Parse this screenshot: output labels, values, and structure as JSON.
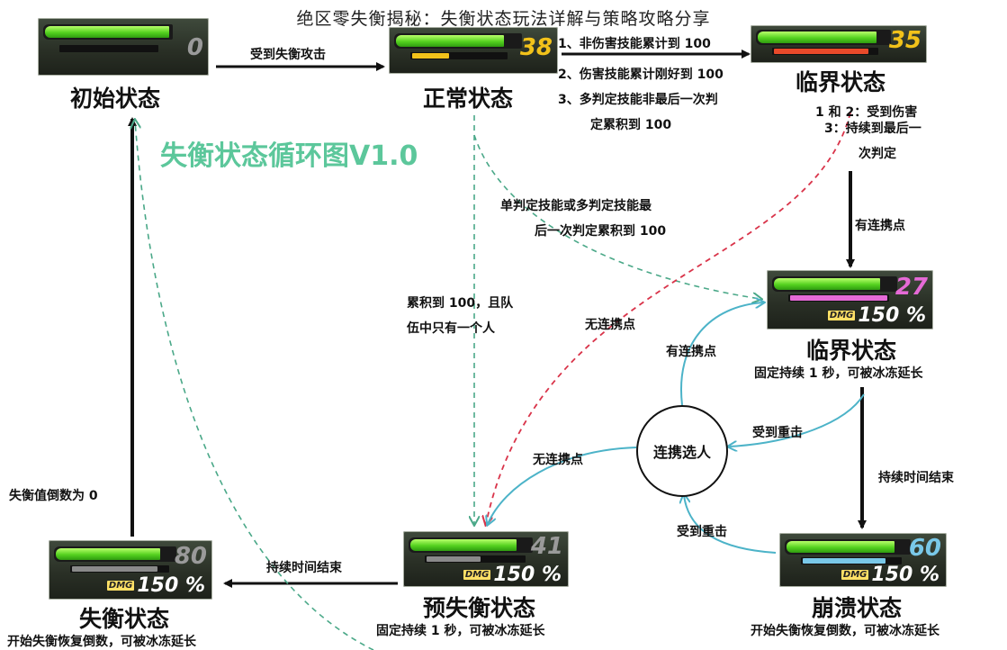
{
  "page_title": "绝区零失衡揭秘：失衡状态玩法详解与策略攻略分享",
  "diagram_title": "失衡状态循环图V1.0",
  "colors": {
    "title_green": "#5cc79b",
    "arrow_black": "#111111",
    "arrow_teal": "#4cb3c8",
    "arrow_red_dashed": "#d9344a",
    "arrow_green_dashed": "#4aa888",
    "hp_green": "#5bd620"
  },
  "states": {
    "initial": {
      "label": "初始状态",
      "bar_number": "0",
      "stun_color": "#888888"
    },
    "normal": {
      "label": "正常状态",
      "bar_number": "38",
      "stun_color": "#f2c21a"
    },
    "critical_top": {
      "label": "临界状态",
      "bar_number": "35",
      "stun_color": "#e84a2a"
    },
    "critical_mid": {
      "label": "临界状态",
      "bar_number": "27",
      "stun_color": "#e56ad6",
      "dmg": "150",
      "dmg_tag": "DMG",
      "note": "固定持续 1 秒，可被冰冻延长"
    },
    "collapse": {
      "label": "崩溃状态",
      "bar_number": "60",
      "stun_color": "#79c8e8",
      "dmg": "150",
      "dmg_tag": "DMG",
      "note": "开始失衡恢复倒数，可被冰冻延长"
    },
    "pre_stun": {
      "label": "预失衡状态",
      "bar_number": "41",
      "stun_color": "#8a8a8a",
      "dmg": "150",
      "dmg_tag": "DMG",
      "note": "固定持续 1 秒，可被冰冻延长"
    },
    "stunned": {
      "label": "失衡状态",
      "bar_number": "80",
      "stun_color": "#8a8a8a",
      "dmg": "150",
      "dmg_tag": "DMG",
      "note": "开始失衡恢复倒数，可被冰冻延长"
    }
  },
  "labels": {
    "attacked": "受到失衡攻击",
    "cond1": "1、非伤害技能累计到 100",
    "cond2": "2、伤害技能累计刚好到 100",
    "cond3_line1": "3、多判定技能非最后一次判",
    "cond3_line2": "定累积到 100",
    "right_note_line1": "1 和 2：受到伤害",
    "right_note_line2": "3：持续到最后一",
    "right_note_line3": "次判定",
    "has_chain_right": "有连携点",
    "single_multi_line1": "单判定技能或多判定技能最",
    "single_multi_line2": "后一次判定累积到 100",
    "accum_line1": "累积到 100，且队",
    "accum_line2": "伍中只有一个人",
    "no_chain_upper": "无连携点",
    "has_chain_circle": "有连携点",
    "hit_heavy_1": "受到重击",
    "no_chain_lower": "无连携点",
    "hit_heavy_2": "受到重击",
    "duration_end_right": "持续时间结束",
    "duration_end_bottom": "持续时间结束",
    "stun_countdown_zero": "失衡值倒数为 0",
    "chain_select": "连携选人"
  }
}
